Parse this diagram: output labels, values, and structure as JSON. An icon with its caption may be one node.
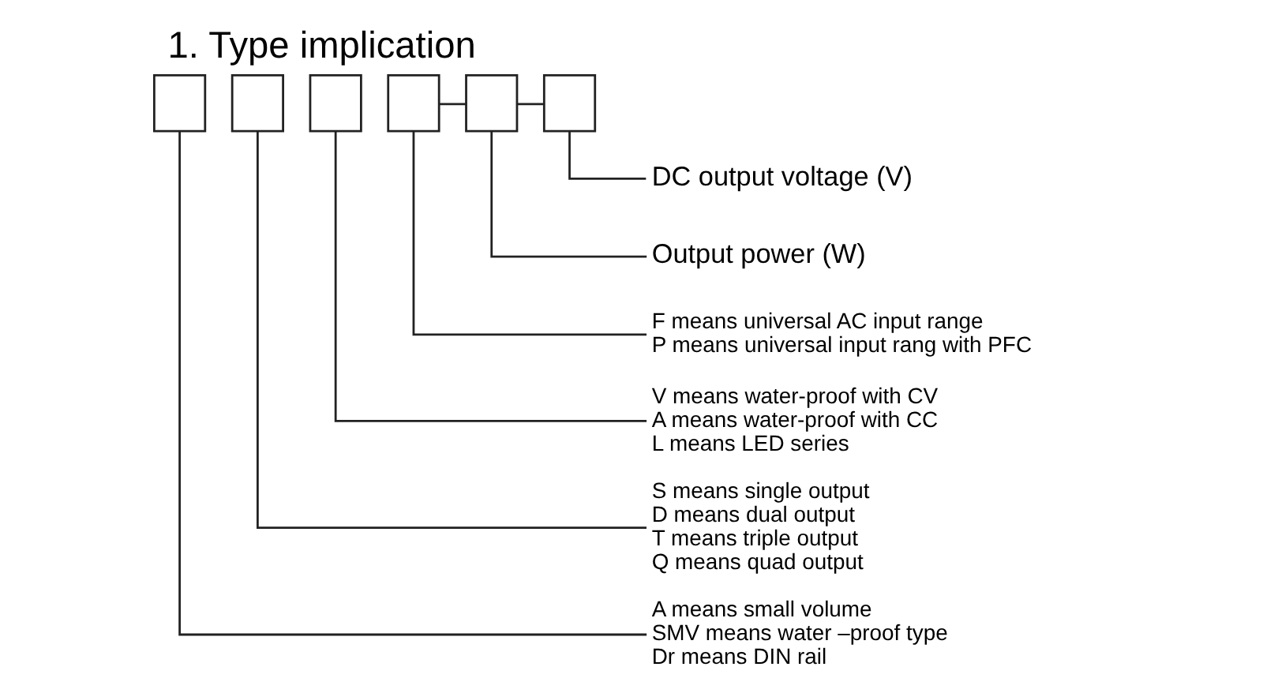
{
  "diagram": {
    "title": "1. Type implication",
    "nodes": [
      {
        "text": [],
        "shape": "box"
      },
      {
        "text": [],
        "shape": "box"
      },
      {
        "text": [],
        "shape": "box"
      },
      {
        "text": [],
        "shape": "box"
      },
      {
        "text": [],
        "shape": "box"
      },
      {
        "text": [],
        "shape": "box"
      },
      {
        "text": [
          "DC output voltage (V)"
        ]
      },
      {
        "text": [
          "Output power (W)"
        ]
      },
      {
        "text": [
          "F means universal AC input range",
          "P means universal input rang with PFC"
        ]
      },
      {
        "text": [
          "V means water-proof with CV",
          "A means water-proof with CC",
          "L means LED series"
        ]
      },
      {
        "text": [
          "S means single output",
          "D means dual output",
          "T means triple output",
          "Q means quad output"
        ]
      },
      {
        "text": [
          "A means small volume",
          "SMV means water –proof type",
          "Dr means DIN rail"
        ]
      }
    ],
    "edges": [
      {
        "from": 3,
        "to": 4,
        "arrow": "none"
      },
      {
        "from": 4,
        "to": 5,
        "arrow": "none"
      },
      {
        "from": 5,
        "to": 6,
        "arrow": "none"
      },
      {
        "from": 4,
        "to": 7,
        "arrow": "none"
      },
      {
        "from": 3,
        "to": 8,
        "arrow": "none"
      },
      {
        "from": 2,
        "to": 9,
        "arrow": "none"
      },
      {
        "from": 1,
        "to": 10,
        "arrow": "none"
      },
      {
        "from": 0,
        "to": 11,
        "arrow": "none"
      }
    ]
  }
}
